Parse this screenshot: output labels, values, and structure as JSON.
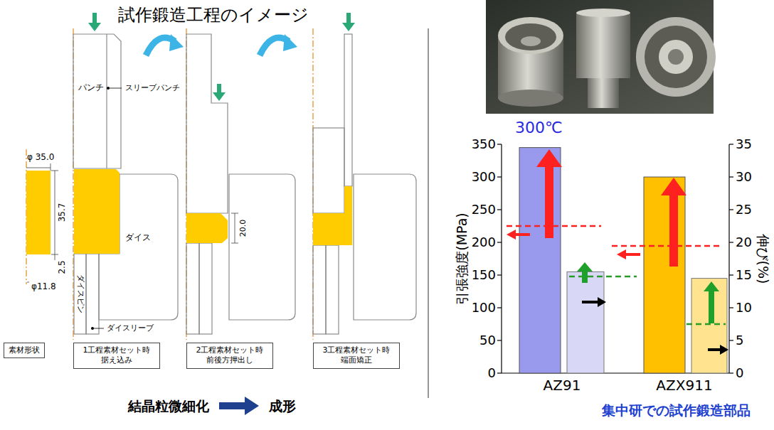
{
  "diagram": {
    "title": "試作鍛造工程のイメージ",
    "nodes": [
      {
        "text": [
          "素材形状"
        ]
      },
      {
        "text": [
          "1工程素材セット時 据え込み"
        ]
      },
      {
        "text": [
          "2工程素材セット時 前後方押出し"
        ]
      },
      {
        "text": [
          "3工程素材セット時 端面矯正"
        ]
      }
    ],
    "labels": [
      "φ 35.0",
      "35.7",
      "2.5",
      "φ11.8",
      "パンチ",
      "スリーブパンチ",
      "ダイス",
      "ダイスピン",
      "ダイスリーブ",
      "20.0",
      "結晶粒微細化",
      "成形",
      "300℃",
      "0",
      "50",
      "100",
      "150",
      "200",
      "250",
      "300",
      "350",
      "0",
      "5",
      "10",
      "15",
      "20",
      "25",
      "30",
      "35",
      "引張強度(MPa)",
      "伸び(%)",
      "AZ91",
      "AZX911",
      "集中研での試作鍛造部品"
    ]
  }
}
